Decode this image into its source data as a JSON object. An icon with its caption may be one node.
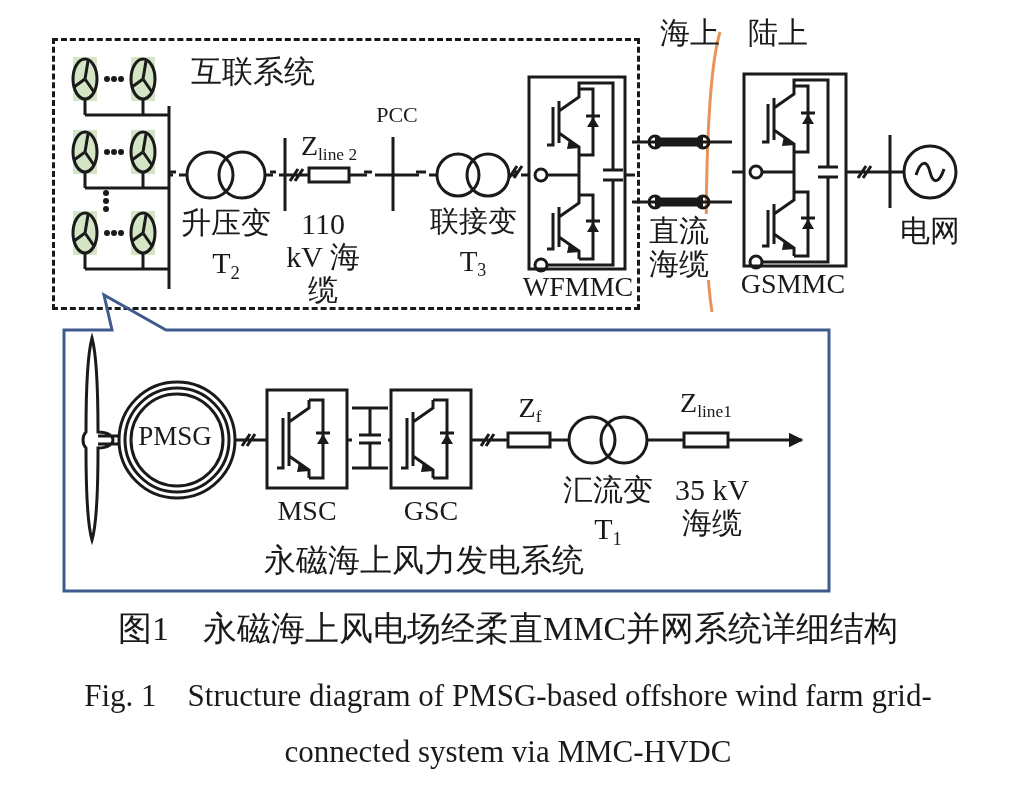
{
  "diagram": {
    "caption": "图1　永磁海上风电场经柔直MMC并网系统详细结构",
    "nodes": [
      {
        "text": [
          "互联系统"
        ]
      },
      {
        "text": [],
        "shape": "picture",
        "in": 0
      },
      {
        "text": [
          "升压变",
          "T$_{2}$"
        ],
        "in": 0
      },
      {
        "text": [
          "Z$_{line 2}$",
          "110 kV 海缆"
        ],
        "in": 0
      },
      {
        "text": [
          "PCC"
        ],
        "in": 0
      },
      {
        "text": [
          "联接变",
          "T$_{3}$"
        ],
        "in": 0
      },
      {
        "text": [
          "WFMMC"
        ],
        "in": 0
      },
      {
        "text": [
          "GSMMC"
        ]
      },
      {
        "text": [
          "电网"
        ]
      },
      {
        "text": [
          "永磁海上风力发电系统"
        ]
      },
      {
        "text": [
          "PMSG"
        ],
        "in": 9
      },
      {
        "text": [
          "MSC"
        ],
        "in": 9
      },
      {
        "text": [
          "GSC"
        ],
        "in": 9
      },
      {
        "text": [
          "Z$_{f}$"
        ],
        "in": 9
      },
      {
        "text": [
          "汇流变",
          "T$_{1}$"
        ],
        "in": 9
      },
      {
        "text": [
          "Z$_{line1}$",
          "35 kV 海缆"
        ],
        "in": 9
      }
    ],
    "edges": [
      {
        "from": 1,
        "to": 2,
        "arrow": "none"
      },
      {
        "from": 2,
        "to": 3,
        "arrow": "none"
      },
      {
        "from": 3,
        "to": 4,
        "arrow": "none"
      },
      {
        "from": 4,
        "to": 5,
        "arrow": "none"
      },
      {
        "from": 5,
        "to": 6,
        "arrow": "none"
      },
      {
        "from": 6,
        "to": 7,
        "arrow": "none"
      },
      {
        "from": 6,
        "to": 7,
        "arrow": "none",
        "label": "直流海缆"
      },
      {
        "from": 7,
        "to": 8,
        "arrow": "none"
      },
      {
        "from": 10,
        "to": 11,
        "arrow": "none"
      },
      {
        "from": 11,
        "to": 12,
        "arrow": "none"
      },
      {
        "from": 12,
        "to": 13,
        "arrow": "none"
      },
      {
        "from": 13,
        "to": 14,
        "arrow": "none"
      },
      {
        "from": 14,
        "to": 15,
        "arrow": "none"
      },
      {
        "from": 15,
        "to": null,
        "arrow": "to"
      }
    ],
    "labels": [
      "海上",
      "陆上",
      "Fig. 1　Structure diagram of PMSG-based offshore wind farm grid-connected system via MMC-HVDC"
    ]
  }
}
